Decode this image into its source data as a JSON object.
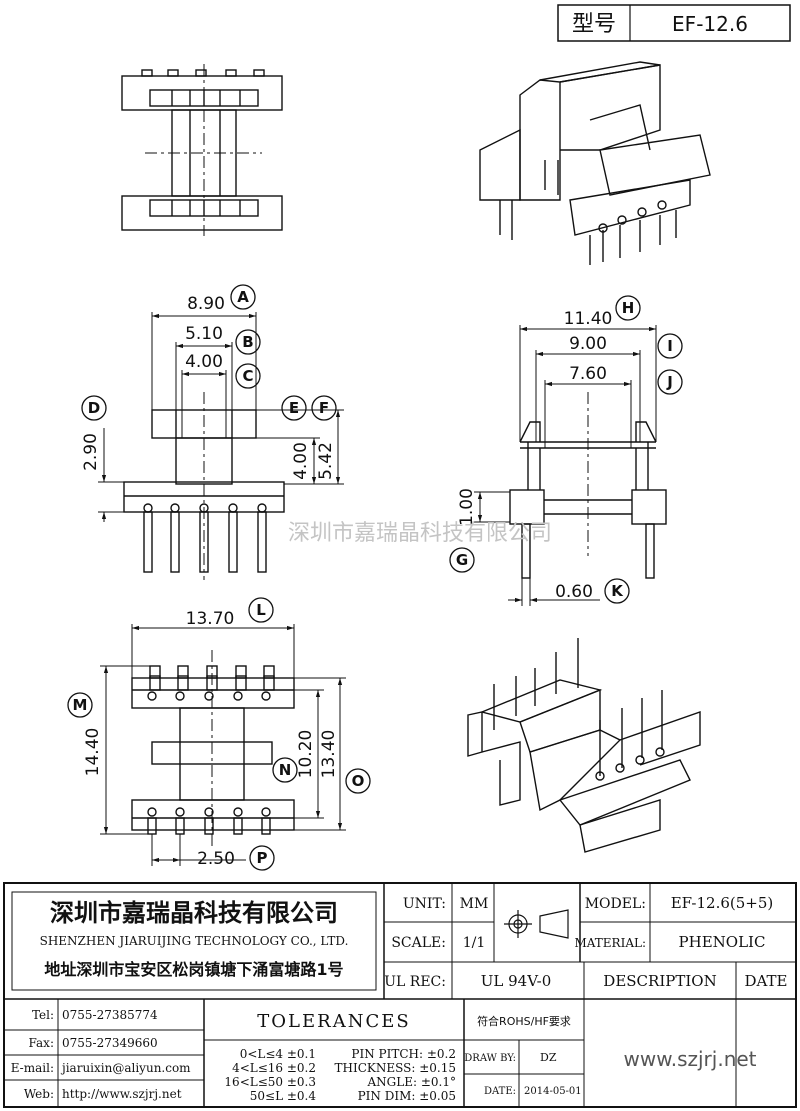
{
  "header": {
    "model_label": "型号",
    "model_value": "EF-12.6"
  },
  "watermark": "深圳市嘉瑞晶科技有限公司",
  "dimensions": [
    {
      "letter": "A",
      "value": "8.90"
    },
    {
      "letter": "B",
      "value": "5.10"
    },
    {
      "letter": "C",
      "value": "4.00"
    },
    {
      "letter": "D",
      "value": "2.90"
    },
    {
      "letter": "E",
      "value": "4.00"
    },
    {
      "letter": "F",
      "value": "5.42"
    },
    {
      "letter": "H",
      "value": "11.40"
    },
    {
      "letter": "I",
      "value": "9.00"
    },
    {
      "letter": "J",
      "value": "7.60"
    },
    {
      "letter": "G",
      "value": "1.00"
    },
    {
      "letter": "K",
      "value": "0.60"
    },
    {
      "letter": "L",
      "value": "13.70"
    },
    {
      "letter": "M",
      "value": "14.40"
    },
    {
      "letter": "N",
      "value": "10.20"
    },
    {
      "letter": "O",
      "value": "13.40"
    },
    {
      "letter": "P",
      "value": "2.50"
    }
  ],
  "title_block": {
    "company_cn": "深圳市嘉瑞晶科技有限公司",
    "company_en": "SHENZHEN JIARUIJING TECHNOLOGY CO., LTD.",
    "address": "地址深圳市宝安区松岗镇塘下涌富塘路1号",
    "unit_label": "UNIT:",
    "unit_value": "MM",
    "scale_label": "SCALE:",
    "scale_value": "1/1",
    "model_label": "MODEL:",
    "model_value": "EF-12.6(5+5)",
    "material_label": "MATERIAL:",
    "material_value": "PHENOLIC",
    "ulrec_label": "UL REC:",
    "ulrec_value": "UL 94V-0",
    "description_label": "DESCRIPTION",
    "date_header": "DATE",
    "tel_label": "Tel:",
    "tel_value": "0755-27385774",
    "fax_label": "Fax:",
    "fax_value": "0755-27349660",
    "email_label": "E-mail:",
    "email_value": "jiaruixin@aliyun.com",
    "web_label": "Web:",
    "web_value": "http://www.szjrj.net",
    "tolerances_title": "TOLERANCES",
    "tol_rows": [
      "0<L≤4 ±0.1",
      "4<L≤16 ±0.2",
      "16<L≤50 ±0.3",
      "50≤L ±0.4"
    ],
    "pin_rows": [
      "PIN PITCH: ±0.2",
      "THICKNESS: ±0.15",
      "ANGLE: ±0.1°",
      "PIN DIM: ±0.05"
    ],
    "rohs": "符合ROHS/HF要求",
    "drawby_label": "DRAW BY:",
    "drawby_value": "DZ",
    "date_label": "DATE:",
    "date_value": "2014-05-01",
    "website_big": "www.szjrj.net"
  }
}
